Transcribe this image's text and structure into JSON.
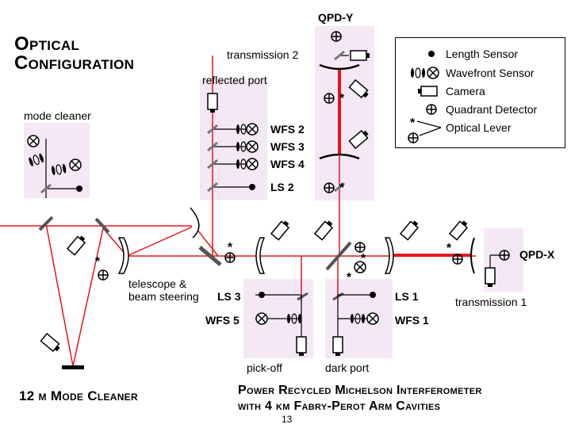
{
  "title": {
    "line1": "Optical",
    "line2": "Configuration"
  },
  "labels": {
    "qpd_y": "QPD-Y",
    "transmission2": "transmission 2",
    "reflected_port": "reflected port",
    "mode_cleaner": "mode cleaner",
    "wfs2": "WFS 2",
    "wfs3": "WFS 3",
    "wfs4": "WFS 4",
    "ls2": "LS 2",
    "telescope_line1": "telescope &",
    "telescope_line2": "beam steering",
    "ls3": "LS 3",
    "wfs5": "WFS 5",
    "ls1": "LS 1",
    "wfs1": "WFS 1",
    "qpd_x": "QPD-X",
    "transmission1": "transmission 1",
    "pick_off": "pick-off",
    "dark_port": "dark port"
  },
  "legend": {
    "items": [
      {
        "label": "Length Sensor",
        "icon": "dot-icon"
      },
      {
        "label": "Wavefront Sensor",
        "icon": "wavefront-sensor-icon"
      },
      {
        "label": "Camera",
        "icon": "camera-icon"
      },
      {
        "label": "Quadrant Detector",
        "icon": "quadrant-detector-icon"
      },
      {
        "label": "Optical Lever",
        "icon": "optical-lever-icon"
      }
    ]
  },
  "bottom": {
    "mode_cleaner_title": "12 m Mode Cleaner",
    "ifo_line1": "Power Recycled Michelson Interferometer",
    "ifo_line2": "with 4 km Fabry-Perot Arm Cavities"
  },
  "page_number": "13",
  "colors": {
    "beam": "#e8141b",
    "panel": "#f4e8f4",
    "line": "#000000"
  }
}
